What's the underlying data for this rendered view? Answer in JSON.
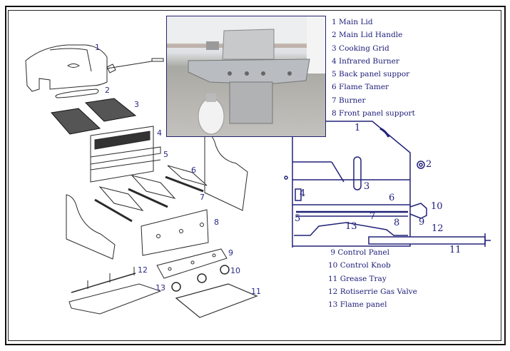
{
  "figure": {
    "title": "Gas grill exploded parts diagram",
    "photo_alt": "Stainless steel gas grill with propane tank"
  },
  "legend_top": [
    {
      "num": "1",
      "label": "Main Lid"
    },
    {
      "num": "2",
      "label": "Main Lid Handle"
    },
    {
      "num": "3",
      "label": "Cooking Grid"
    },
    {
      "num": "4",
      "label": "Infrared Burner"
    },
    {
      "num": "5",
      "label": "Back panel suppor"
    },
    {
      "num": "6",
      "label": "Flame Tamer"
    },
    {
      "num": "7",
      "label": "Burner"
    },
    {
      "num": "8",
      "label": "Front panel  support"
    }
  ],
  "legend_bottom": [
    {
      "num": "9",
      "label": "Control Panel"
    },
    {
      "num": "10",
      "label": "Control Knob"
    },
    {
      "num": "11",
      "label": "Grease Tray"
    },
    {
      "num": "12",
      "label": "Rotiserrie Gas Valve"
    },
    {
      "num": "13",
      "label": "Flame panel"
    }
  ],
  "exploded_labels": [
    "1",
    "2",
    "3",
    "4",
    "5",
    "6",
    "7",
    "8",
    "9",
    "10",
    "11",
    "12",
    "13"
  ],
  "crosssection_labels": [
    "1",
    "2",
    "3",
    "4",
    "5",
    "6",
    "7",
    "8",
    "9",
    "10",
    "11",
    "12",
    "13"
  ],
  "colors": {
    "line": "#2a2a2a",
    "accent": "#1c1c78",
    "section": "#22227a"
  }
}
